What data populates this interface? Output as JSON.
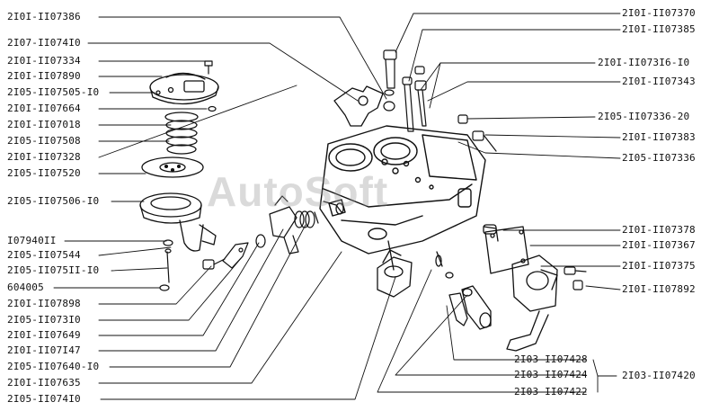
{
  "watermark": "AutoSoft",
  "labels_left": [
    "2I0I-II07386",
    "2I07-II074I0",
    "2I0I-II07334",
    "2I0I-II07890",
    "2I05-II07505-I0",
    "2I0I-II07664",
    "2I0I-II07018",
    "2I05-II07508",
    "2I0I-II07328",
    "2I05-II07520",
    "2I05-II07506-I0",
    "I07940II",
    "2I05-II07544",
    "2I05-II075II-I0",
    "604005",
    "2I0I-II07898",
    "2I05-II073I0",
    "2I0I-II07649",
    "2I0I-II07I47",
    "2I05-II07640-I0",
    "2I0I-II07635",
    "2I05-II074I0"
  ],
  "labels_right": [
    "2I0I-II07370",
    "2I0I-II07385",
    "2I0I-II073I6-I0",
    "2I0I-II07343",
    "2I05-II07336-20",
    "2I0I-II07383",
    "2I05-II07336",
    "2I0I-II07378",
    "2I0I-II07367",
    "2I0I-II07375",
    "2I0I-II07892"
  ],
  "labels_bottom": [
    "2I03-II07428",
    "2I03-II07424",
    "2I03-II07422",
    "2I03-II07420"
  ],
  "colors": {
    "ink": "#111111",
    "paper": "#ffffff"
  }
}
